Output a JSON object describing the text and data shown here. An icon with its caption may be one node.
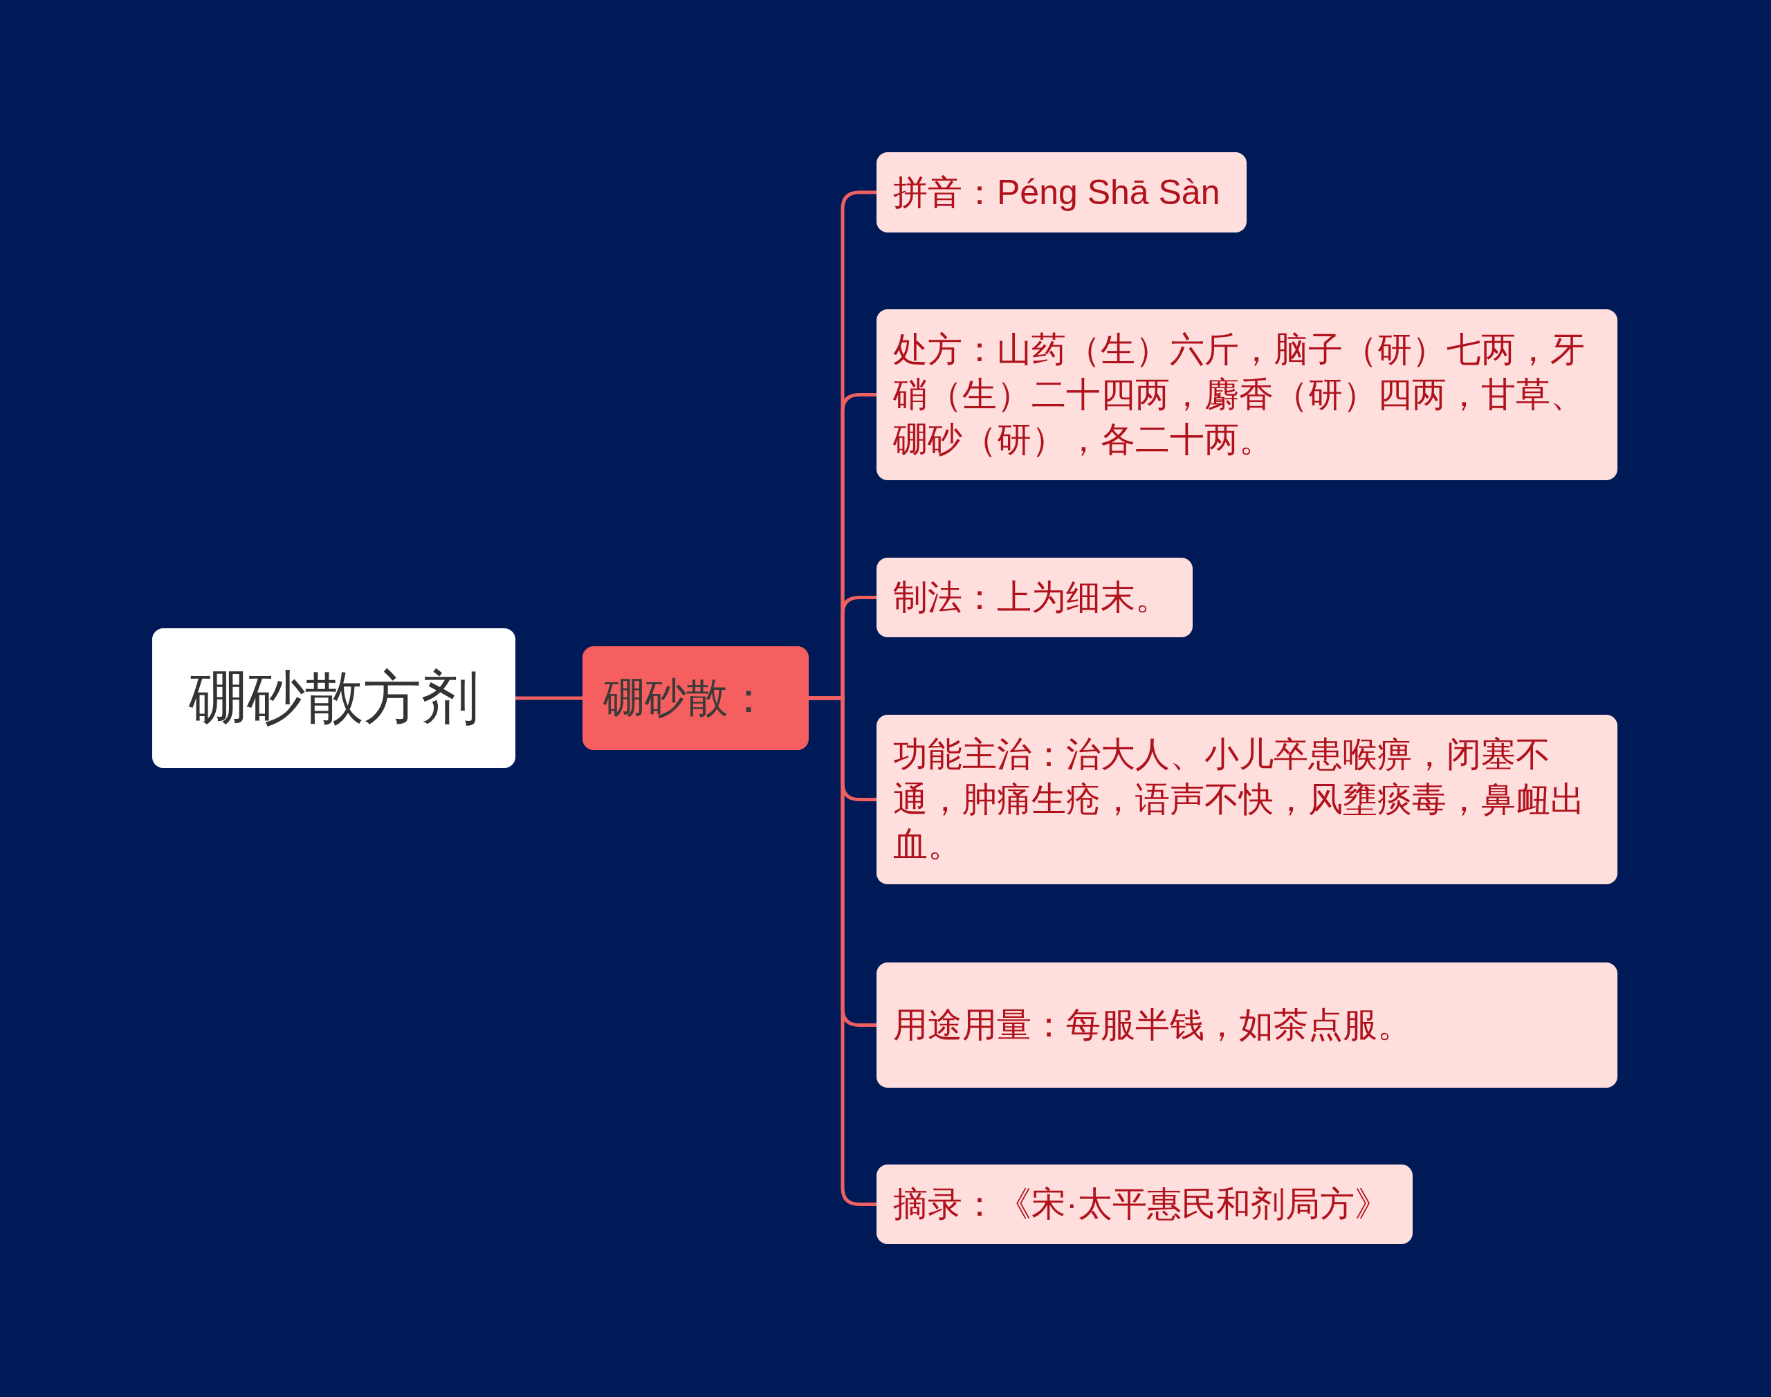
{
  "diagram": {
    "nodes": [
      {
        "text": [
          "硼砂散方剂"
        ]
      },
      {
        "text": [
          "硼砂散："
        ]
      },
      {
        "text": [
          "拼音：Péng Shā Sàn"
        ]
      },
      {
        "text": [
          "处方：山药（生）六斤，脑子（研）七两，牙硝（生）二十四两，麝香（研）四两，甘草、硼砂（研），各二十两。"
        ]
      },
      {
        "text": [
          "制法：上为细末。"
        ]
      },
      {
        "text": [
          "功能主治：治大人、小儿卒患喉痹，闭塞不通，肿痛生疮，语声不快，风壅痰毒，鼻衄出血。"
        ]
      },
      {
        "text": [
          "用途用量：每服半钱，如茶点服。"
        ]
      },
      {
        "text": [
          "摘录：《宋·太平惠民和剂局方》"
        ]
      }
    ],
    "edges": [
      {
        "from": 0,
        "to": 1,
        "arrow": "none"
      },
      {
        "from": 1,
        "to": 2,
        "arrow": "none"
      },
      {
        "from": 1,
        "to": 3,
        "arrow": "none"
      },
      {
        "from": 1,
        "to": 4,
        "arrow": "none"
      },
      {
        "from": 1,
        "to": 5,
        "arrow": "none"
      },
      {
        "from": 1,
        "to": 6,
        "arrow": "none"
      },
      {
        "from": 1,
        "to": 7,
        "arrow": "none"
      }
    ]
  }
}
